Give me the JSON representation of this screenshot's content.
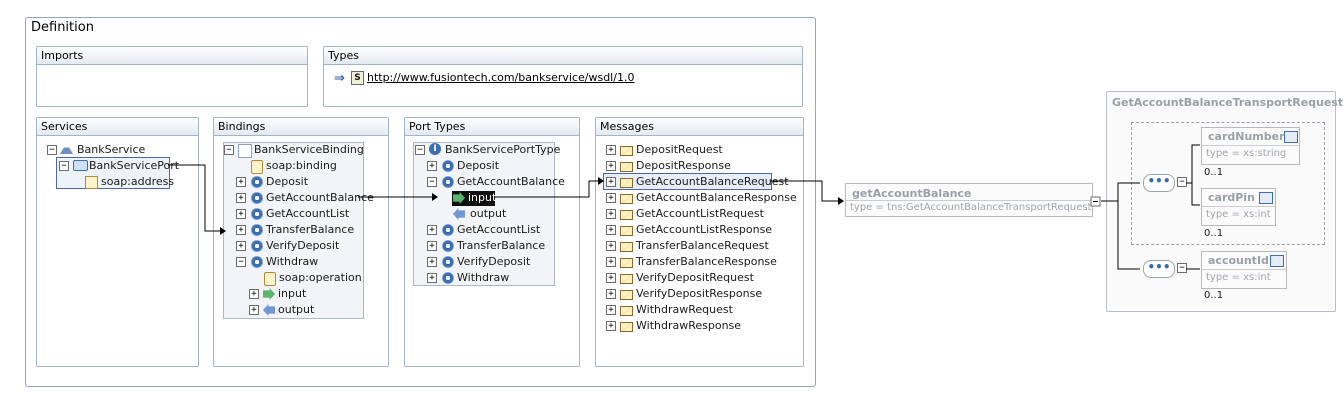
{
  "definition": {
    "title": "Definition"
  },
  "imports": {
    "title": "Imports"
  },
  "types": {
    "title": "Types",
    "url": "http://www.fusiontech.com/bankservice/wsdl/1.0"
  },
  "services": {
    "title": "Services",
    "service": "BankService",
    "port": "BankServicePort",
    "address": "soap:address"
  },
  "bindings": {
    "title": "Bindings",
    "root": "BankServiceBinding",
    "soap_binding": "soap:binding",
    "operations": [
      "Deposit",
      "GetAccountBalance",
      "GetAccountList",
      "TransferBalance",
      "VerifyDeposit",
      "Withdraw"
    ],
    "soap_operation": "soap:operation",
    "input": "input",
    "output": "output"
  },
  "port_types": {
    "title": "Port Types",
    "root": "BankServicePortType",
    "operations": [
      "Deposit",
      "GetAccountBalance",
      "GetAccountList",
      "TransferBalance",
      "VerifyDeposit",
      "Withdraw"
    ],
    "input": "input",
    "output": "output"
  },
  "messages": {
    "title": "Messages",
    "items": [
      "DepositRequest",
      "DepositResponse",
      "GetAccountBalanceRequest",
      "GetAccountBalanceResponse",
      "GetAccountListRequest",
      "GetAccountListResponse",
      "TransferBalanceRequest",
      "TransferBalanceResponse",
      "VerifyDepositRequest",
      "VerifyDepositResponse",
      "WithdrawRequest",
      "WithdrawResponse"
    ]
  },
  "part": {
    "name": "getAccountBalance",
    "type": "type = tns:GetAccountBalanceTransportRequest"
  },
  "schema": {
    "title": "GetAccountBalanceTransportRequest",
    "seq_symbol": "•••",
    "elements": [
      {
        "name": "cardNumber",
        "type": "type = xs:string",
        "card": "0..1"
      },
      {
        "name": "cardPin",
        "type": "type = xs:int",
        "card": "0..1"
      },
      {
        "name": "accountId",
        "type": "type = xs:int",
        "card": "0..1"
      }
    ]
  },
  "colors": {
    "accent": "#3d6fb0",
    "panel_border": "#a4b4c8",
    "selection": "#4a6a9c"
  }
}
